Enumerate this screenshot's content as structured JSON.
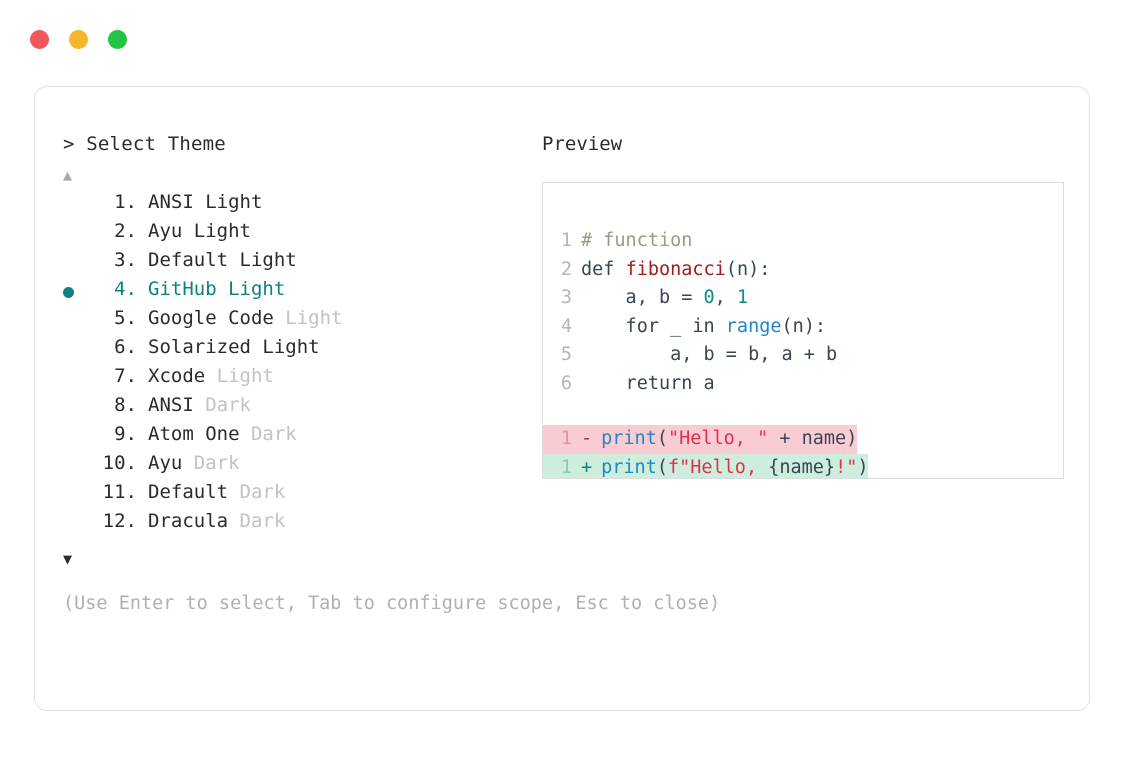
{
  "window": {
    "traffic_lights": [
      {
        "name": "close-button",
        "color": "#f2585b"
      },
      {
        "name": "minimize-button",
        "color": "#f5b62a"
      },
      {
        "name": "maximize-button",
        "color": "#23c343"
      }
    ]
  },
  "left": {
    "prompt": "> Select Theme",
    "scroll_up": "▲",
    "scroll_down": "▼",
    "footer_hint": "(Use Enter to select, Tab to configure scope, Esc to close)",
    "themes": [
      {
        "index": "1.",
        "name": "ANSI",
        "variant": "Light",
        "variant_dim": false,
        "selected": false
      },
      {
        "index": "2.",
        "name": "Ayu",
        "variant": "Light",
        "variant_dim": false,
        "selected": false
      },
      {
        "index": "3.",
        "name": "Default",
        "variant": "Light",
        "variant_dim": false,
        "selected": false
      },
      {
        "index": "4.",
        "name": "GitHub",
        "variant": "Light",
        "variant_dim": false,
        "selected": true
      },
      {
        "index": "5.",
        "name": "Google Code",
        "variant": "Light",
        "variant_dim": true,
        "selected": false
      },
      {
        "index": "6.",
        "name": "Solarized",
        "variant": "Light",
        "variant_dim": false,
        "selected": false
      },
      {
        "index": "7.",
        "name": "Xcode",
        "variant": "Light",
        "variant_dim": true,
        "selected": false
      },
      {
        "index": "8.",
        "name": "ANSI",
        "variant": "Dark",
        "variant_dim": true,
        "selected": false
      },
      {
        "index": "9.",
        "name": "Atom One",
        "variant": "Dark",
        "variant_dim": true,
        "selected": false
      },
      {
        "index": "10.",
        "name": "Ayu",
        "variant": "Dark",
        "variant_dim": true,
        "selected": false
      },
      {
        "index": "11.",
        "name": "Default",
        "variant": "Dark",
        "variant_dim": true,
        "selected": false
      },
      {
        "index": "12.",
        "name": "Dracula",
        "variant": "Dark",
        "variant_dim": true,
        "selected": false
      }
    ]
  },
  "right": {
    "title": "Preview",
    "code_lines": [
      {
        "ln": "1",
        "tokens": [
          {
            "t": "# function",
            "c": "comment"
          }
        ]
      },
      {
        "ln": "2",
        "tokens": [
          {
            "t": "def ",
            "c": "keyword"
          },
          {
            "t": "fibonacci",
            "c": "func"
          },
          {
            "t": "(n):",
            "c": "punct"
          }
        ]
      },
      {
        "ln": "3",
        "tokens": [
          {
            "t": "    a, b = ",
            "c": "plain"
          },
          {
            "t": "0",
            "c": "num"
          },
          {
            "t": ", ",
            "c": "plain"
          },
          {
            "t": "1",
            "c": "num"
          }
        ]
      },
      {
        "ln": "4",
        "tokens": [
          {
            "t": "    for _ in ",
            "c": "plain"
          },
          {
            "t": "range",
            "c": "builtin"
          },
          {
            "t": "(n):",
            "c": "punct"
          }
        ]
      },
      {
        "ln": "5",
        "tokens": [
          {
            "t": "        a, b = b, a + b",
            "c": "plain"
          }
        ]
      },
      {
        "ln": "6",
        "tokens": [
          {
            "t": "    return a",
            "c": "plain"
          }
        ]
      }
    ],
    "diff_lines": [
      {
        "ln": "1",
        "sign": "-",
        "kind": "removed",
        "tokens": [
          {
            "t": "print",
            "c": "builtin"
          },
          {
            "t": "(",
            "c": "punct"
          },
          {
            "t": "\"Hello, \"",
            "c": "string"
          },
          {
            "t": " + name",
            "c": "plain"
          },
          {
            "t": ")",
            "c": "punct"
          }
        ]
      },
      {
        "ln": "1",
        "sign": "+",
        "kind": "added",
        "tokens": [
          {
            "t": "print",
            "c": "builtin"
          },
          {
            "t": "(",
            "c": "punct"
          },
          {
            "t": "f\"Hello, ",
            "c": "string"
          },
          {
            "t": "{name}",
            "c": "plain"
          },
          {
            "t": "!\"",
            "c": "string"
          },
          {
            "t": ")",
            "c": "punct"
          }
        ]
      }
    ]
  },
  "colors": {
    "accent_teal": "#0f8080",
    "diff_removed_bg": "#f8ccd2",
    "diff_added_bg": "#cdeddd",
    "card_border": "#e2e2e2",
    "preview_border": "#dcdcdc",
    "dim_text": "#c2c2c2",
    "hint_text": "#b0b0b0"
  }
}
